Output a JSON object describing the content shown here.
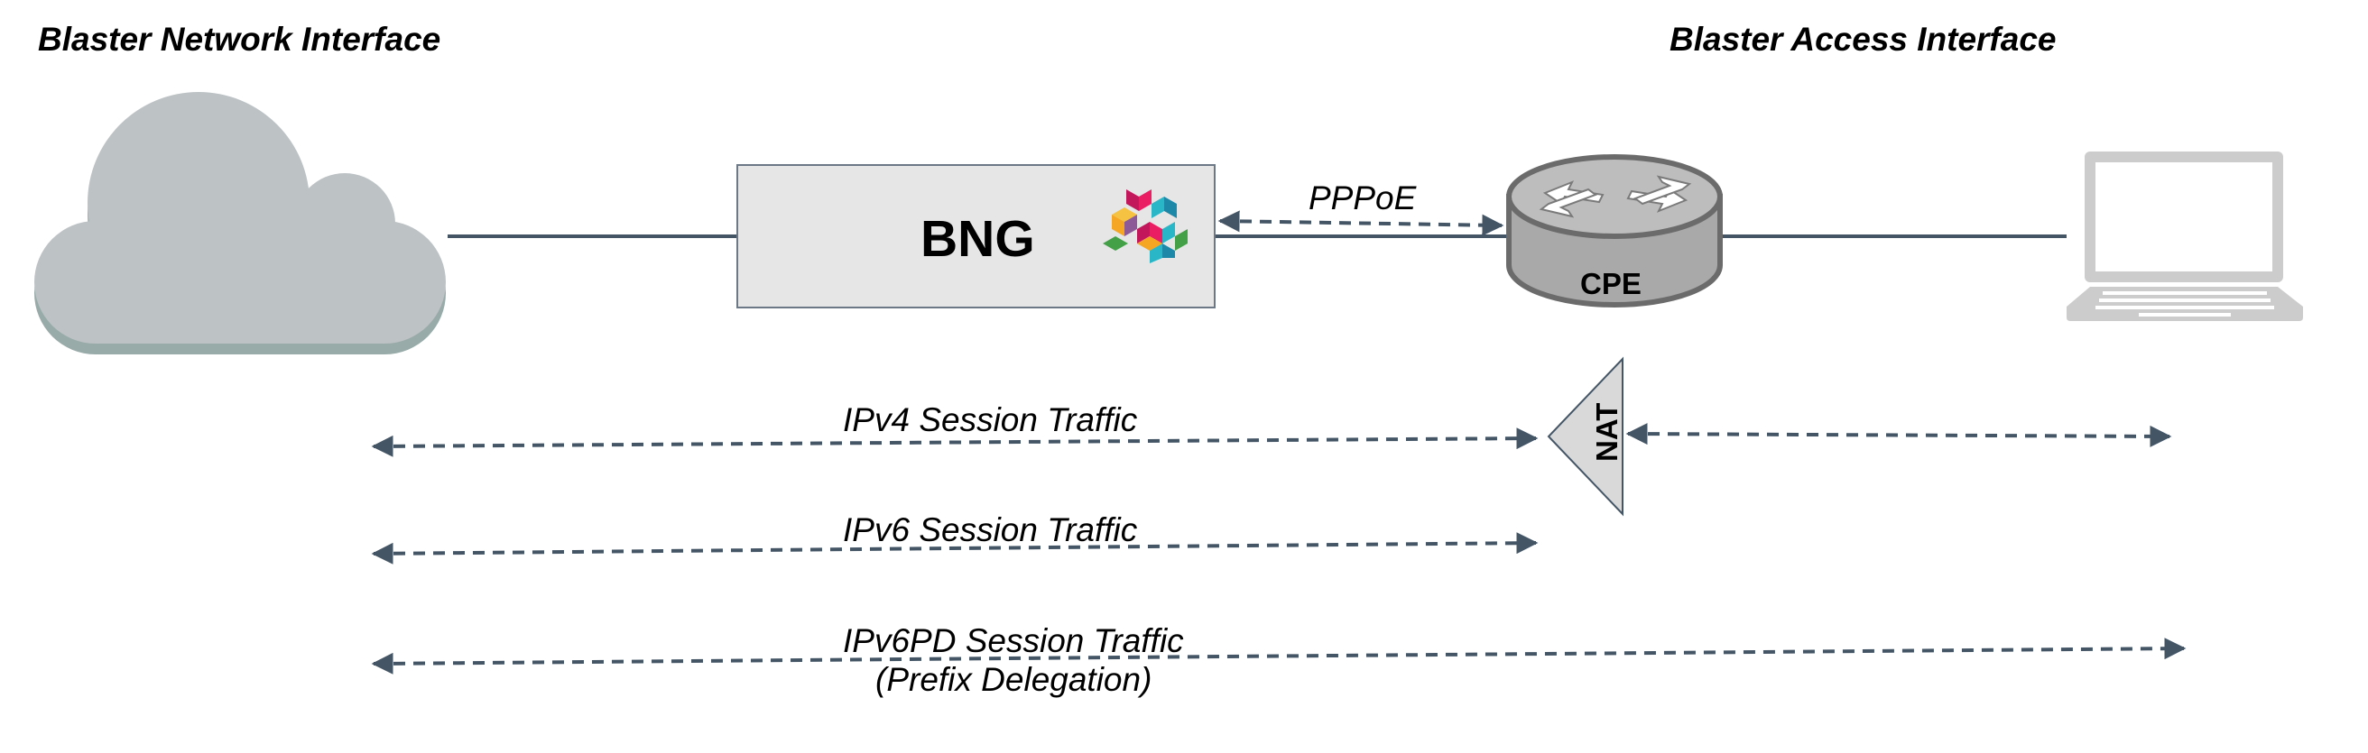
{
  "titles": {
    "network": "Blaster Network Interface",
    "access": "Blaster Access Interface"
  },
  "nodes": {
    "bng": "BNG",
    "cpe": "CPE",
    "nat": "NAT"
  },
  "links": {
    "pppoe": "PPPoE"
  },
  "flows": {
    "ipv4": "IPv4 Session Traffic",
    "ipv6": "IPv6 Session Traffic",
    "ipv6pd_line1": "IPv6PD Session Traffic",
    "ipv6pd_line2": "(Prefix Delegation)"
  },
  "icons": [
    "cloud-icon",
    "bng-logo-icon",
    "router-icon",
    "laptop-icon",
    "nat-triangle-icon"
  ],
  "colors": {
    "line": "#445566",
    "cloud": "#bdc2c5",
    "cloud_shadow": "#98aba8",
    "bng_box": "#e6e6e6",
    "router": "#a9a9a9",
    "laptop": "#cccccc"
  }
}
